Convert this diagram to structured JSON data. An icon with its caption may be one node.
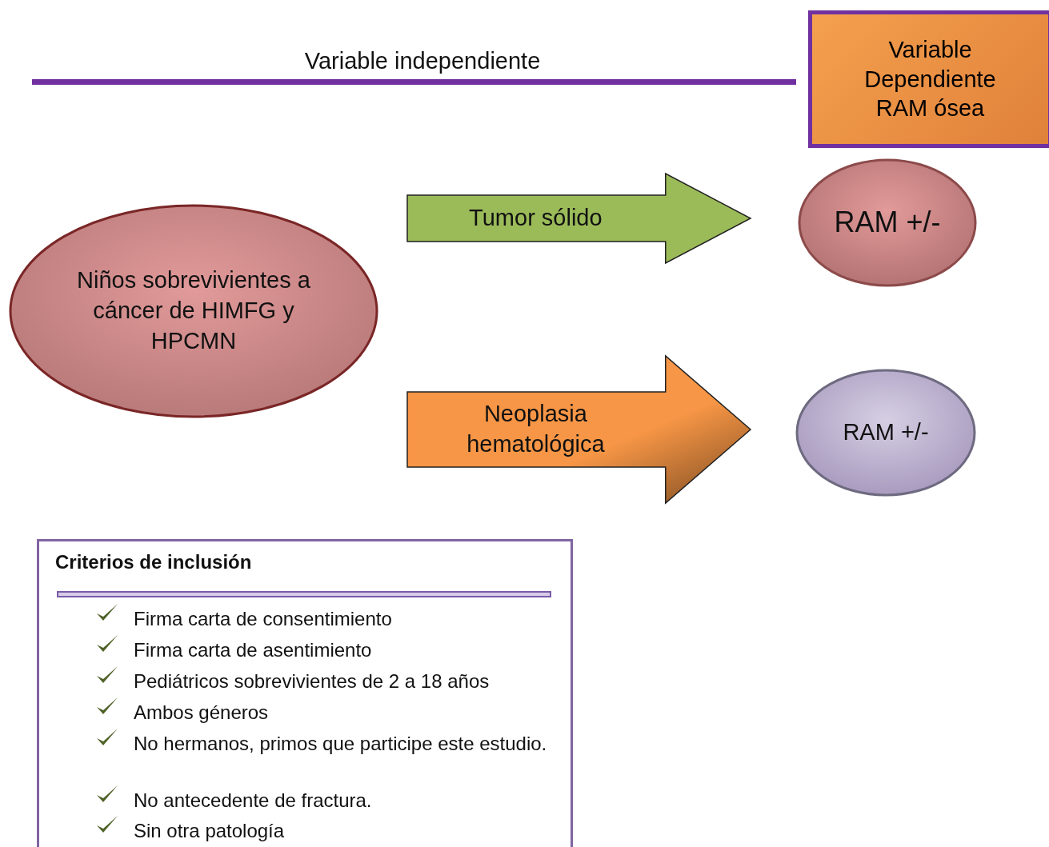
{
  "diagram": {
    "nodes": [
      {
        "text": [
          "Variable Dependiente RAM ósea"
        ]
      },
      {
        "text": [
          "Niños sobrevivientes a cáncer de HIMFG y HPCMN"
        ]
      },
      {
        "text": [
          "Tumor sólido"
        ]
      },
      {
        "text": [
          "RAM +/-"
        ]
      },
      {
        "text": [
          "Neoplasia hematológica"
        ]
      },
      {
        "text": [
          "RAM +/-"
        ]
      },
      {
        "text": [
          "Criterios de inclusión",
          "Firma carta de consentimiento",
          "Firma carta de asentimiento",
          "Pediátricos sobrevivientes de 2 a 18 años",
          "Ambos géneros",
          "No hermanos, primos que participe este estudio.",
          "No antecedente de fractura.",
          "Sin otra patología"
        ]
      }
    ],
    "labels": [
      "Variable independiente"
    ]
  }
}
